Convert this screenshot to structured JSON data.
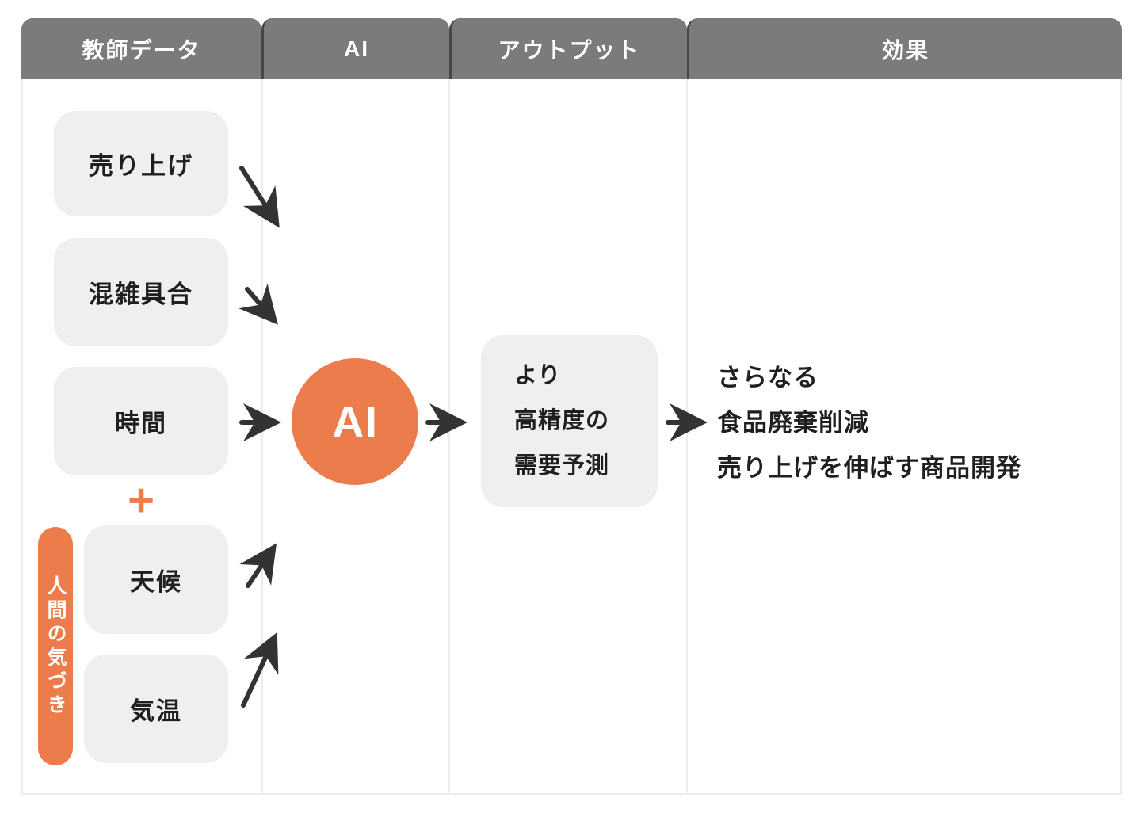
{
  "header": {
    "columns": [
      {
        "label": "教師データ"
      },
      {
        "label": "AI"
      },
      {
        "label": "アウトプット"
      },
      {
        "label": "効果"
      }
    ]
  },
  "training_data": {
    "boxes": [
      "売り上げ",
      "混雑具合",
      "時間",
      "天候",
      "気温"
    ],
    "plus_sign": "+",
    "human_insight_label": "人間の気づき"
  },
  "ai": {
    "label": "AI"
  },
  "output": {
    "lines": [
      "より",
      "高精度の",
      "需要予測"
    ]
  },
  "effect": {
    "lines": [
      "さらなる",
      "食品廃棄削減",
      "売り上げを伸ばす商品開発"
    ]
  },
  "colors": {
    "accent_orange": "#ec7c4b",
    "header_gray": "#7b7b7b",
    "box_gray": "#efefef",
    "arrow_dark": "#333333",
    "divider_gray": "#ececec"
  }
}
